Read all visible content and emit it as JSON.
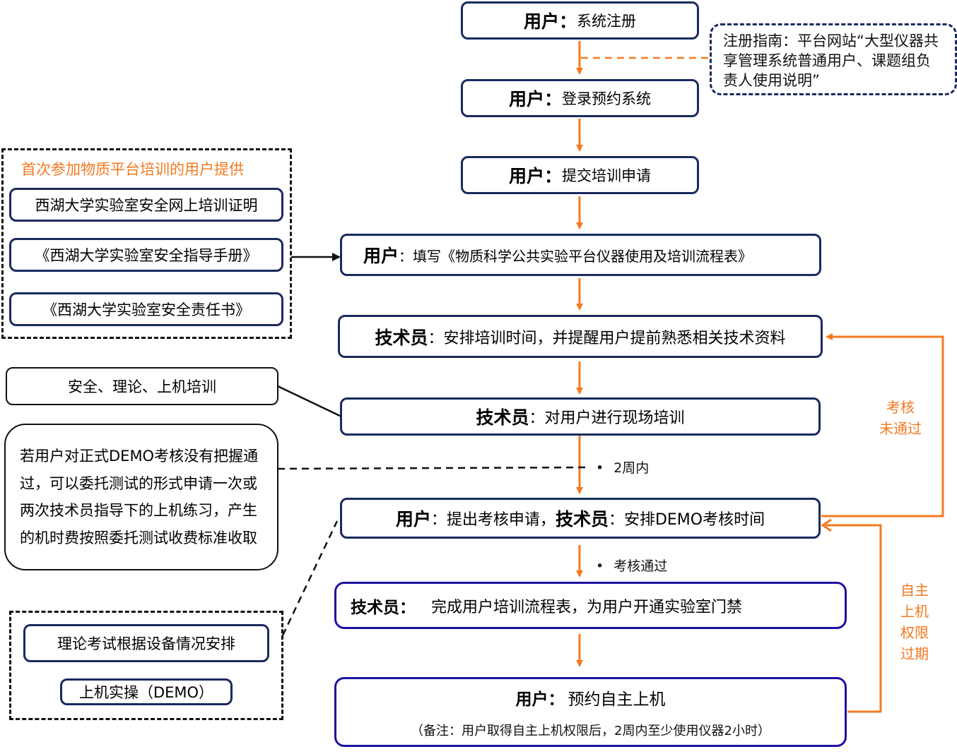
{
  "colors": {
    "arrow_orange": "#f47920",
    "box_navy": "#1a2a5e",
    "box_violet": "#1f12a0",
    "text_black": "#111111"
  },
  "main_flow": {
    "step1": {
      "role": "用户：",
      "text": "系统注册"
    },
    "step2": {
      "role": "用户：",
      "text": "登录预约系统"
    },
    "step3": {
      "role": "用户：",
      "text": "提交培训申请"
    },
    "step4": {
      "role": "用户",
      "text": "：填写《物质科学公共实验平台仪器使用及培训流程表》"
    },
    "step5": {
      "role": "技术员",
      "text": "：安排培训时间，并提醒用户提前熟悉相关技术资料"
    },
    "step6": {
      "role": "技术员",
      "text": "：对用户进行现场培训"
    },
    "step7": {
      "role1": "用户",
      "text1": "：提出考核申请，",
      "role2": "技术员",
      "text2": "：安排DEMO考核时间"
    },
    "step8": {
      "role": "技术员：",
      "text": "完成用户培训流程表，为用户开通实验室门禁"
    },
    "step9": {
      "role": "用户：",
      "text": "预约自主上机",
      "note": "（备注：用户取得自主上机权限后，2周内至少使用仪器2小时）"
    }
  },
  "registration_note": {
    "text": "注册指南：平台网站“大型仪器共享管理系统普通用户、课题组负责人使用说明”"
  },
  "first_time_group": {
    "title": "首次参加物质平台培训的用户提供",
    "items": [
      "西湖大学实验室安全网上培训证明",
      "《西湖大学实验室安全指导手册》",
      "《西湖大学实验室安全责任书》"
    ]
  },
  "training_content_note": "安全、理论、上机培训",
  "commission_note": "若用户对正式DEMO考核没有把握通过，可以委托测试的形式申请一次或两次技术员指导下的上机练习，产生的机时费按照委托测试收费标准收取",
  "exam_group": {
    "items": [
      "理论考试根据设备情况安排",
      "上机实操（DEMO）"
    ]
  },
  "edge_labels": {
    "within_2_weeks": "2周内",
    "exam_passed": "考核通过",
    "exam_failed": "考核\n未通过",
    "exam_failed_lines": [
      "考核",
      "未通过"
    ],
    "permission_expired_lines": [
      "自主",
      "上机",
      "权限",
      "过期"
    ]
  },
  "bullet": "•"
}
